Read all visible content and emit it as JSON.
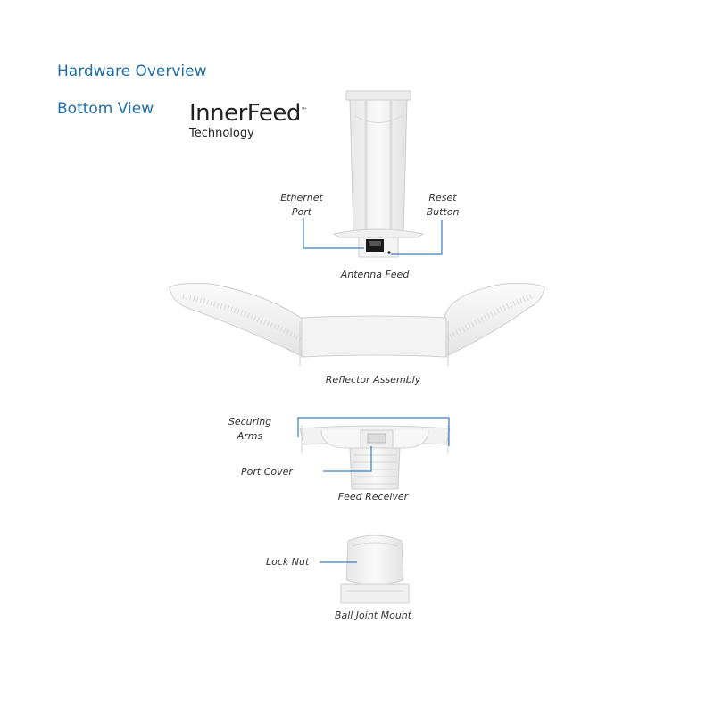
{
  "header": {
    "title": "Hardware Overview",
    "subtitle": "Bottom View"
  },
  "brand": {
    "logo_text": "InnerFeed",
    "trademark": "™",
    "tagline": "Technology"
  },
  "labels": {
    "ethernet_port": [
      "Ethernet",
      "Port"
    ],
    "reset_button": [
      "Reset",
      "Button"
    ],
    "antenna_feed": "Antenna Feed",
    "reflector_assembly": "Reflector Assembly",
    "securing_arms": [
      "Securing",
      "Arms"
    ],
    "port_cover": "Port Cover",
    "feed_receiver": "Feed Receiver",
    "lock_nut": "Lock Nut",
    "ball_joint_mount": "Ball Joint Mount"
  },
  "colors": {
    "heading": "#1f6fa8",
    "callout_line": "#3a7fc0"
  },
  "icons": [
    "antenna-feed-illustration",
    "reflector-assembly-illustration",
    "feed-receiver-illustration",
    "ball-joint-mount-illustration"
  ]
}
